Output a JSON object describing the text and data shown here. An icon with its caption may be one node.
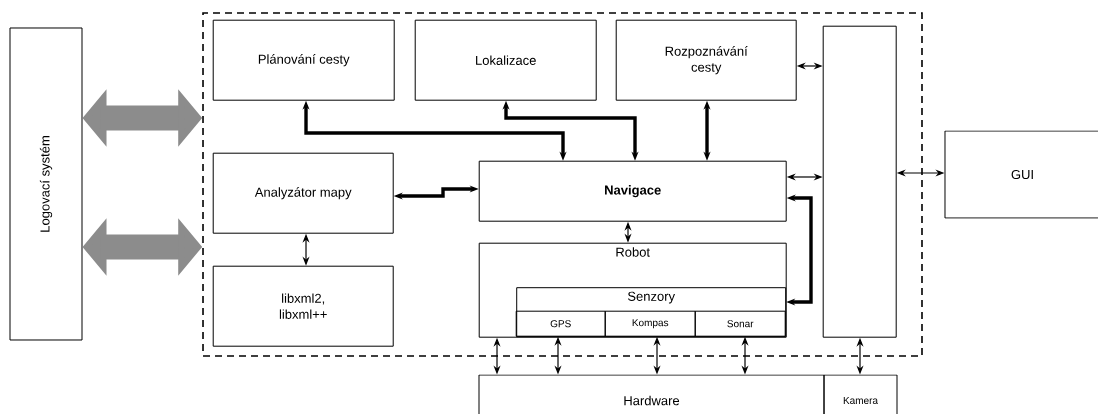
{
  "diagram": {
    "nodes": [
      {
        "text": [],
        "shape": "box"
      },
      {
        "text": [
          "Logovací systém"
        ]
      },
      {
        "text": [
          "Plánování cesty"
        ],
        "in": 0
      },
      {
        "text": [
          "Lokalizace"
        ],
        "in": 0
      },
      {
        "text": [
          "Rozpoznávání cesty"
        ],
        "in": 0
      },
      {
        "text": [],
        "shape": "box",
        "in": 0
      },
      {
        "text": [
          "Analyzátor mapy"
        ],
        "in": 0
      },
      {
        "text": [
          "Navigace"
        ],
        "in": 0
      },
      {
        "text": [
          "libxml2, libxml++"
        ],
        "in": 0
      },
      {
        "text": [
          "Robot"
        ],
        "in": 0
      },
      {
        "text": [
          "Senzory"
        ],
        "in": 9
      },
      {
        "text": [
          "GPS"
        ],
        "in": 10
      },
      {
        "text": [
          "Kompas"
        ],
        "in": 10
      },
      {
        "text": [
          "Sonar"
        ],
        "in": 10
      },
      {
        "text": [
          "GUI"
        ]
      },
      {
        "text": [
          "Hardware"
        ]
      },
      {
        "text": [
          "Kamera"
        ]
      }
    ],
    "edges": [
      {
        "from": 1,
        "to": 0,
        "arrow": "both",
        "style": "thick",
        "color": "#8c8c8c"
      },
      {
        "from": 1,
        "to": 0,
        "arrow": "both",
        "style": "thick",
        "color": "#8c8c8c"
      },
      {
        "from": 7,
        "to": 2,
        "arrow": "both",
        "style": "thick"
      },
      {
        "from": 7,
        "to": 3,
        "arrow": "both",
        "style": "thick"
      },
      {
        "from": 7,
        "to": 4,
        "arrow": "both",
        "style": "thick"
      },
      {
        "from": 6,
        "to": 7,
        "arrow": "both",
        "style": "thick"
      },
      {
        "from": 6,
        "to": 8,
        "arrow": "both"
      },
      {
        "from": 7,
        "to": 9,
        "arrow": "both"
      },
      {
        "from": 4,
        "to": 5,
        "arrow": "both"
      },
      {
        "from": 7,
        "to": 5,
        "arrow": "both"
      },
      {
        "from": 10,
        "to": 7,
        "arrow": "both",
        "style": "thick"
      },
      {
        "from": 5,
        "to": 14,
        "arrow": "both"
      },
      {
        "from": 9,
        "to": 15,
        "arrow": "both"
      },
      {
        "from": 11,
        "to": 15,
        "arrow": "both"
      },
      {
        "from": 12,
        "to": 15,
        "arrow": "both"
      },
      {
        "from": 13,
        "to": 15,
        "arrow": "both"
      },
      {
        "from": 5,
        "to": 16,
        "arrow": "both"
      }
    ]
  }
}
